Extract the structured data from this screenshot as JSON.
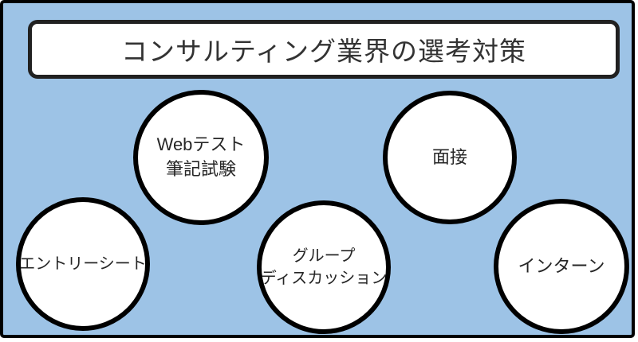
{
  "colors": {
    "background": "#9DC3E6",
    "frame_border": "#000000",
    "shape_fill": "#FFFFFF",
    "shape_border": "#000000",
    "title_border": "#212121",
    "text": "#262626"
  },
  "title": {
    "text": "コンサルティング業界の選考対策"
  },
  "circles": [
    {
      "name": "web-test-written-exam",
      "lines": [
        "Webテスト",
        "筆記試験"
      ]
    },
    {
      "name": "interview",
      "lines": [
        "面接"
      ]
    },
    {
      "name": "entry-sheet",
      "lines": [
        "エントリーシート"
      ]
    },
    {
      "name": "group-discussion",
      "lines": [
        "グループ",
        "ディスカッション"
      ]
    },
    {
      "name": "intern",
      "lines": [
        "インターン"
      ]
    }
  ]
}
